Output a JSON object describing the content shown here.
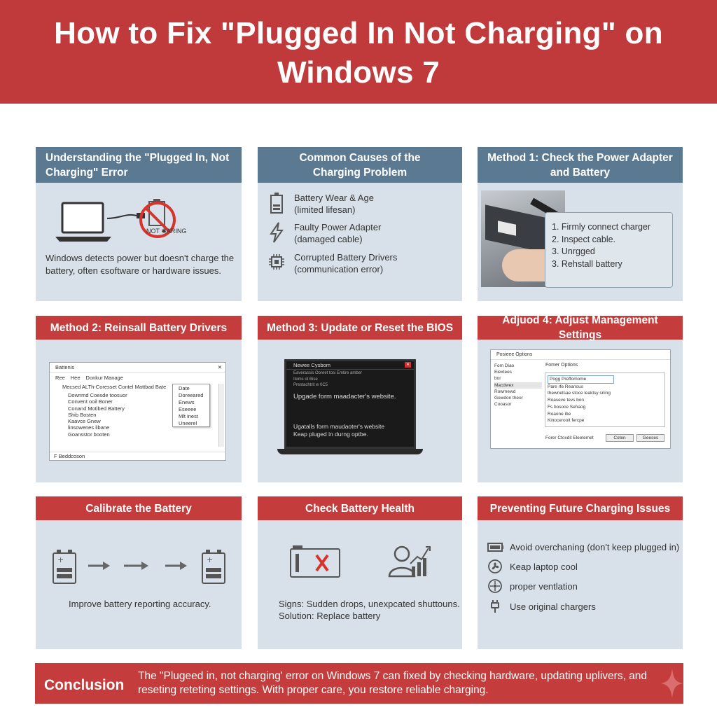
{
  "title": {
    "line1": "How to Fix \"Plugged In Not Charging\" on",
    "line2": "Windows 7"
  },
  "cards": {
    "understanding": {
      "title_l1": "Understanding the \"Plugged In, Not",
      "title_l2": "Charging\" Error",
      "icon_label": "NOT ✱ARING",
      "desc_l1": "Windows detects power but doesn't charge the",
      "desc_l2": "battery, often ꞓsoftware or hardware issues."
    },
    "causes": {
      "title_l1": "Common Causes of the",
      "title_l2": "Charging Problem",
      "items": [
        {
          "l1": "Battery Wear & Age",
          "l2": "(limited lifesan)",
          "icon": "battery-icon"
        },
        {
          "l1": "Faulty Power Adapter",
          "l2": "(damaged cable)",
          "icon": "lightning-icon"
        },
        {
          "l1": "Corrupted Battery Drivers",
          "l2": "(communication error)",
          "icon": "chip-icon"
        }
      ]
    },
    "method1": {
      "title_l1": "Method 1: Check the Power Adapter",
      "title_l2": "and Battery",
      "steps": [
        "1. Firmly connect charger",
        "2. Inspect cable.",
        "3. Unrgged",
        "3. Rehstall battery"
      ]
    },
    "method2": {
      "title": "Method 2: Reinsall Battery Drivers",
      "win_title": "Battenis",
      "menu": [
        "Ree",
        "Hee",
        "Donkur Manage"
      ],
      "tree_head": "Mecsed ALTh-Coresset Contel Mattbad Bate",
      "tree_items": [
        "Downmd Coesde toosuor",
        "Convent ooil Boner",
        "Conand Motibed Battery",
        "Shib Bosten",
        "Kaavce Gnew",
        "linsowenes libane",
        "Goansstor booten"
      ],
      "menu_items": [
        "Date",
        "Doreeared",
        "Enews",
        "Eseeee",
        "Mlt inest",
        "Uneerel"
      ],
      "status": "F Beddcoson"
    },
    "method3": {
      "title": "Method 3: Update or Reset the BIOS",
      "win_title": "Newee Cysbom",
      "small1": "Eaverassis Ooreet tosi Emtire amber",
      "small2": "Itoms ot Bise",
      "small3": "Prestachtrit w 0C5",
      "line1": "Upgade form maadacter's website.",
      "line2": "Ugatalls form maudaoter's website",
      "line3": "Keap pluged in durng optbe."
    },
    "method4": {
      "title": "Adjuod 4: Adjust Management Settings",
      "win_title": "Posieee Options",
      "left_head": "Fom Diao",
      "left_items": [
        "Eiextees",
        "bor",
        "Macdwex",
        "Rowmewd",
        "Gowdon theor",
        "Cooasor"
      ],
      "right_head": "Fomer Options",
      "right_items": [
        "Pogg Preffomome",
        "Pare rfe Reanous",
        "thewnetsae stoce leaktsy sriing",
        "Roaseve tevs bon",
        "Fs bosoce Sehaog",
        "Roaone ibe",
        "Kinocerooit fercpe"
      ],
      "footer": "Forer Ctoxdit Eleetemet",
      "btn1": "Coten",
      "btn2": "Geeses"
    },
    "calibrate": {
      "title": "Calibrate the Battery",
      "desc": "Improve battery reporting accuracy."
    },
    "health": {
      "title": "Check Battery Health",
      "desc_l1": "Signs: Sudden drops, unexpcated shuttouns.",
      "desc_l2": "Solution: Replace battery"
    },
    "prevent": {
      "title": "Preventing Future Charging Issues",
      "items": [
        {
          "text": "Avoid overchaning (don't keep plugged in)",
          "icon": "battery-icon"
        },
        {
          "text": "Keap laptop cool",
          "icon": "fan-icon"
        },
        {
          "text": "proper ventlation",
          "icon": "vent-icon"
        },
        {
          "text": "Use original chargers",
          "icon": "plug-icon"
        }
      ]
    }
  },
  "conclusion": {
    "label": "Conclusion",
    "l1": "The \"Plugeed in, not charging' error on Windows 7 can fixed by checking hardware, updating uplivers, and",
    "l2": "reseting reteting settings. With proper care, you restore reliable charging."
  },
  "colors": {
    "banner_red": "#c0393b",
    "header_blue": "#5b7a92",
    "card_bg": "#d8e1e9"
  }
}
